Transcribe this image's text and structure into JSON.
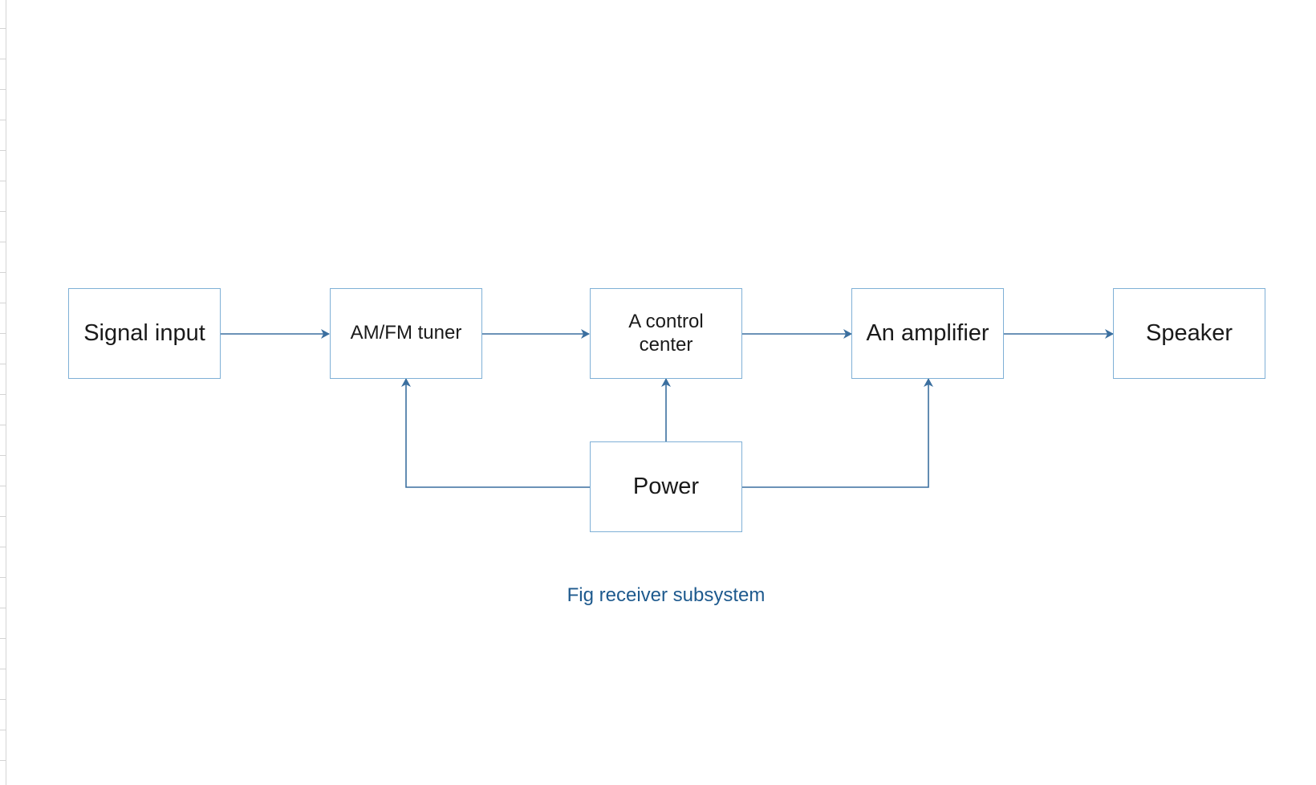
{
  "diagram": {
    "blocks": {
      "signal_input": "Signal input",
      "tuner": "AM/FM tuner",
      "control_center": "A control center",
      "amplifier": "An amplifier",
      "speaker": "Speaker",
      "power": "Power"
    },
    "caption": "Fig receiver subsystem",
    "colors": {
      "border": "#7fb0d6",
      "connector": "#3b6f9f",
      "caption": "#1e5a8e"
    }
  }
}
